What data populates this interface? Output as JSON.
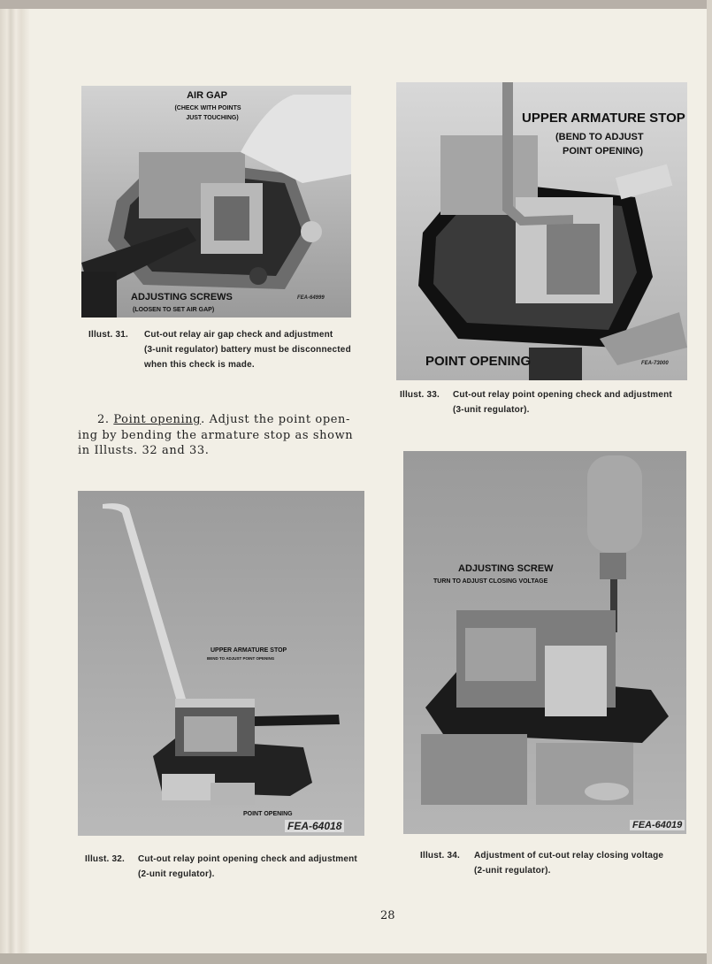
{
  "illustrations": [
    {
      "id": "illust31",
      "labels": {
        "air_gap": "AIR GAP",
        "air_gap_note1": "(CHECK WITH POINTS",
        "air_gap_note2": "JUST TOUCHING)",
        "adjusting_screws": "ADJUSTING SCREWS",
        "adjusting_screws_note": "(LOOSEN TO SET AIR GAP)",
        "code": "FEA-64999"
      },
      "caption_number": "Illust. 31.",
      "caption_lines": [
        "Cut-out relay air gap check and adjustment",
        "(3-unit regulator) battery must be disconnected",
        "when this check is made."
      ]
    },
    {
      "id": "illust33",
      "labels": {
        "upper_armature_stop": "UPPER ARMATURE STOP",
        "note1": "(BEND TO ADJUST",
        "note2": "POINT OPENING)",
        "point_opening": "POINT OPENING",
        "code": "FEA-73000"
      },
      "caption_number": "Illust. 33.",
      "caption_lines": [
        "Cut-out relay point opening check and adjustment",
        "(3-unit regulator)."
      ]
    },
    {
      "id": "illust32",
      "labels": {
        "upper_armature_stop": "UPPER ARMATURE STOP",
        "note": "BEND TO ADJUST POINT OPENING",
        "point_opening": "POINT OPENING",
        "code": "FEA-64018"
      },
      "caption_number": "Illust. 32.",
      "caption_lines": [
        "Cut-out relay point opening check and adjustment",
        "(2-unit regulator)."
      ]
    },
    {
      "id": "illust34",
      "labels": {
        "adjusting_screw": "ADJUSTING SCREW",
        "note": "TURN TO ADJUST CLOSING VOLTAGE",
        "code": "FEA-64019"
      },
      "caption_number": "Illust. 34.",
      "caption_lines": [
        "Adjustment of cut-out relay closing voltage",
        "(2-unit regulator)."
      ]
    }
  ],
  "body": {
    "item_number": "2.",
    "item_title": "Point opening",
    "line1_rest": ". Adjust the point open-",
    "line2": "ing by bending the armature stop as shown",
    "line3": "in Illusts. 32 and 33."
  },
  "page_number": "28"
}
